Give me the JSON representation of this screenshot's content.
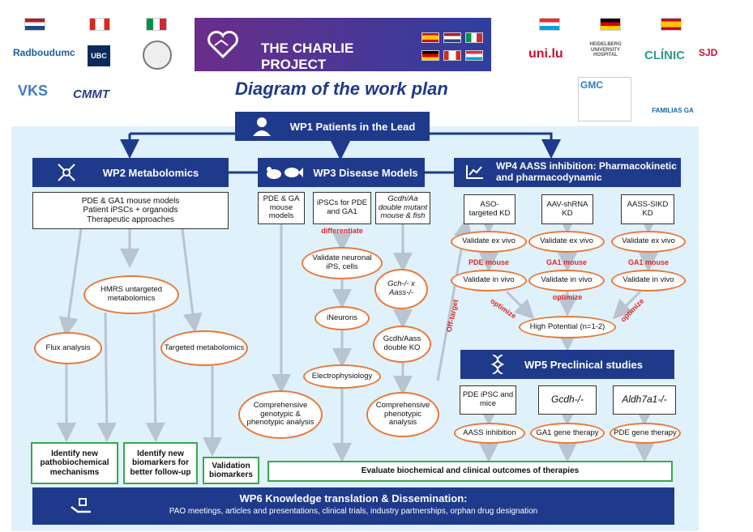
{
  "header": {
    "title": "THE CHARLIE PROJECT",
    "subtitle": "Diagram of the work plan"
  },
  "logos_left": [
    "Radboudumc",
    "UBC",
    "VKS",
    "CMMT"
  ],
  "logos_right": [
    "uni.lu",
    "HEIDELBERG UNIVERSITY HOSPITAL",
    "CLÍNIC",
    "SJD",
    "GMC",
    "FAMILIAS GA"
  ],
  "wp1": {
    "label": "WP1 Patients in the Lead"
  },
  "wp2": {
    "label": "WP2 Metabolomics",
    "desc": "PDE & GA1 mouse models\nPatient iPSCs + organoids\nTherapeutic approaches",
    "hmrs": "HMRS untargeted metabolomics",
    "flux": "Flux analysis",
    "targeted": "Targeted metabolomics",
    "out1": "Identify new pathobiochemical mechanisms",
    "out2": "Identify new biomarkers for better follow-up",
    "out3": "Validation biomarkers"
  },
  "wp3": {
    "label": "WP3 Disease Models",
    "col1": "PDE & GA mouse models",
    "col2": "iPSCs for PDE and GA1",
    "col3": "Gcdh/Aa double mutant mouse & fish",
    "differentiate": "differentiate",
    "validate_neuronal": "Validate neuronal iPS, cells",
    "ineurons": "iNeurons",
    "electro": "Electrophysiology",
    "gch_x": "Gch-/- x Aass-/-",
    "gcdh_ko": "Gcdh/Aass double KO",
    "comp1": "Comprehensive genotypic & phenotypic analysis",
    "comp2": "Comprehensive phenotypic analysis",
    "offtarget": "Off-target"
  },
  "wp4": {
    "label": "WP4 AASS inhibition: Pharmacokinetic and pharmacodynamic",
    "kd1": "ASO-targeted KD",
    "kd2": "AAV-shRNA KD",
    "kd3": "AASS-SIKD KD",
    "exvivo": "Validate ex vivo",
    "invivo": "Validate in vivo",
    "pde_mouse": "PDE mouse",
    "ga1_mouse1": "GA1 mouse",
    "ga1_mouse2": "GA1 mouse",
    "optimize": "optimize",
    "high": "High Potential (n=1-2)"
  },
  "wp5": {
    "label": "WP5 Preclinical studies",
    "m1": "PDE iPSC and mice",
    "m2": "Gcdh-/-",
    "m3": "Aldh7a1-/-",
    "t1": "AASS inhibition",
    "t2": "GA1 gene therapy",
    "t3": "PDE gene therapy",
    "evaluate": "Evaluate biochemical and clinical outcomes of therapies"
  },
  "wp6": {
    "label": "WP6 Knowledge translation & Dissemination:",
    "desc": "PAO meetings, articles and presentations, clinical trials, industry partnerships, orphan drug designation"
  },
  "colors": {
    "navy": "#1f3a8a",
    "panel": "#dff1fa",
    "oval": "#e8793a",
    "green": "#3aa84a",
    "red": "#d92a2a"
  },
  "icons": [
    "people-icon",
    "handshake-heart-icon",
    "molecule-icon",
    "mouse-fish-icon",
    "line-chart-icon",
    "dna-icon",
    "hands-icon"
  ]
}
